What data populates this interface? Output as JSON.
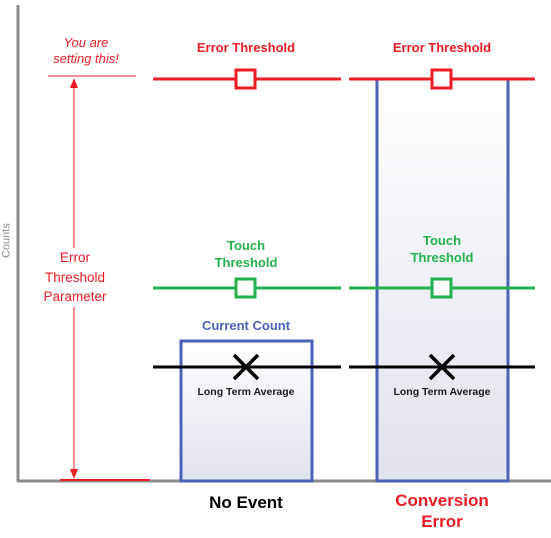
{
  "axis": {
    "y_label": "Counts"
  },
  "annotation": {
    "setting_note": [
      "You are",
      "setting this!"
    ],
    "parameter_label": [
      "Error",
      "Threshold",
      "Parameter"
    ]
  },
  "thresholds": {
    "error_label": "Error Threshold",
    "touch_label": [
      "Touch",
      "Threshold"
    ]
  },
  "bars": {
    "current_count_label": "Current Count",
    "long_term_average_label": "Long Term Average"
  },
  "categories": {
    "no_event": "No Event",
    "conversion_error": [
      "Conversion",
      "Error"
    ]
  },
  "colors": {
    "error": "#ed1c24",
    "touch": "#22b14c",
    "count_bar": "#4a62b8",
    "average": "#000000",
    "axis": "#8c8c8c"
  }
}
